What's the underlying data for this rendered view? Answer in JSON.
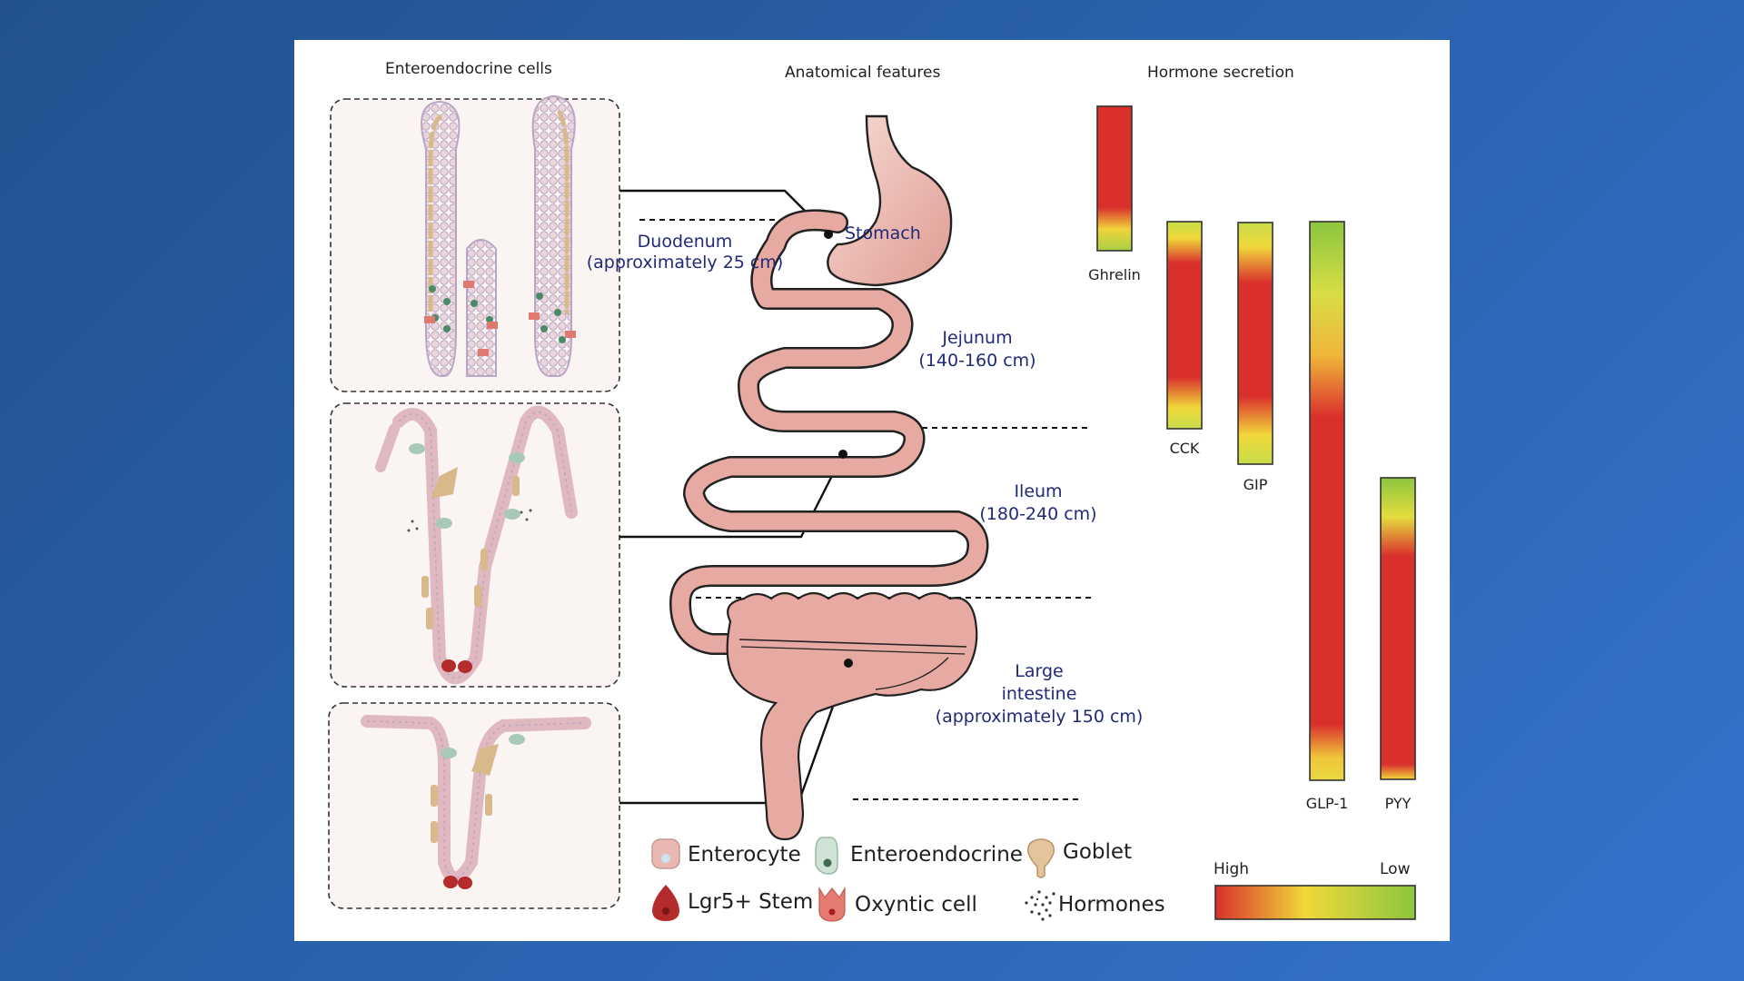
{
  "headers": {
    "left": "Enteroendocrine cells",
    "middle": "Anatomical features",
    "right": "Hormone secretion"
  },
  "anatomy": {
    "stomach": "Stomach",
    "duodenum": [
      "Duodenum",
      "(approximately 25 cm)"
    ],
    "jejunum": [
      "Jejunum",
      "(140-160 cm)"
    ],
    "ileum": [
      "Ileum",
      "(180-240 cm)"
    ],
    "large_intestine": [
      "Large",
      "intestine",
      "(approximately 150 cm)"
    ]
  },
  "hormones": [
    {
      "name": "Ghrelin",
      "segments": [
        "stomach"
      ]
    },
    {
      "name": "CCK",
      "segments": [
        "duodenum",
        "jejunum"
      ]
    },
    {
      "name": "GIP",
      "segments": [
        "duodenum",
        "jejunum"
      ]
    },
    {
      "name": "GLP-1",
      "segments": [
        "duodenum",
        "jejunum",
        "ileum",
        "large intestine"
      ]
    },
    {
      "name": "PYY",
      "segments": [
        "ileum",
        "large intestine"
      ]
    }
  ],
  "legend": {
    "enterocyte": "Enterocyte",
    "enteroendocrine": "Enteroendocrine",
    "goblet": "Goblet",
    "stem": "Lgr5+ Stem",
    "oxyntic": "Oxyntic cell",
    "hormones": "Hormones"
  },
  "scale": {
    "high": "High",
    "low": "Low"
  },
  "colors": {
    "high": "#d9302c",
    "mid": "#ecd93a",
    "low": "#8cc63f",
    "tissue": "#e9b8b2",
    "outline": "#1a1a1a"
  }
}
